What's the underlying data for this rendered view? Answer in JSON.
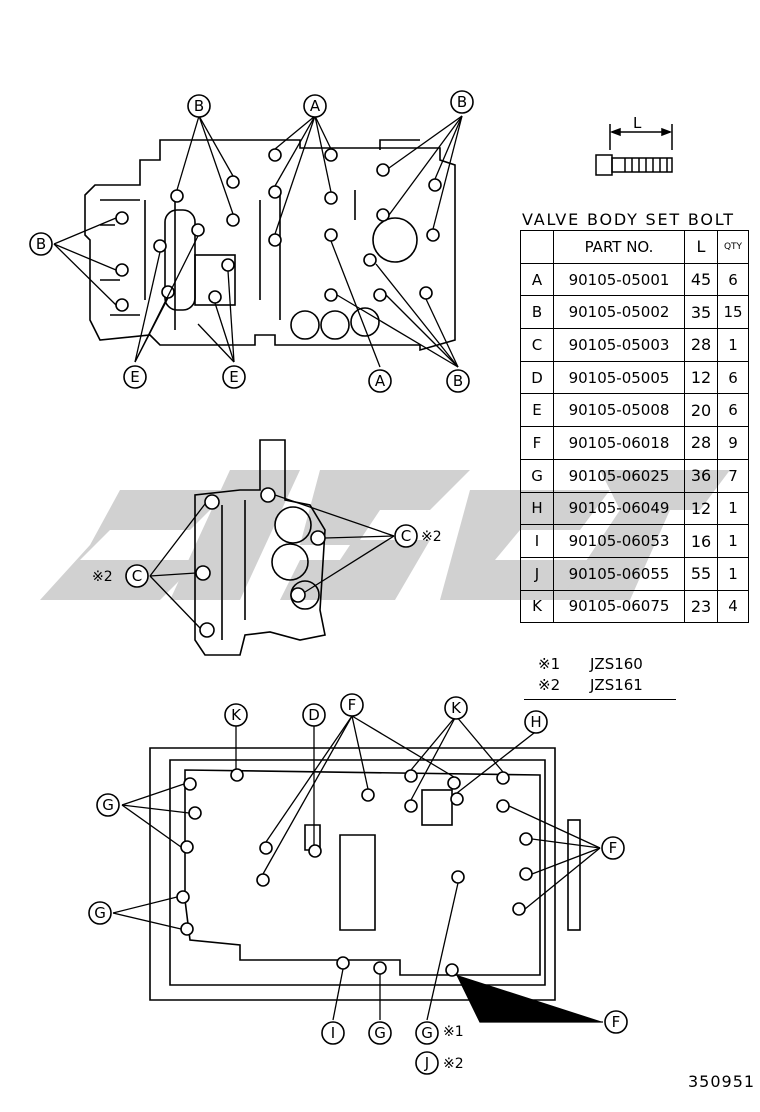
{
  "table": {
    "title": "VALVE BODY SET BOLT",
    "headers": {
      "part_no": "PART NO.",
      "length": "L",
      "qty": "QTY"
    },
    "rows": [
      {
        "code": "A",
        "part_no": "90105-05001",
        "length": "45",
        "qty": "6"
      },
      {
        "code": "B",
        "part_no": "90105-05002",
        "length": "35",
        "qty": "15"
      },
      {
        "code": "C",
        "part_no": "90105-05003",
        "length": "28",
        "qty": "1"
      },
      {
        "code": "D",
        "part_no": "90105-05005",
        "length": "12",
        "qty": "6"
      },
      {
        "code": "E",
        "part_no": "90105-05008",
        "length": "20",
        "qty": "6"
      },
      {
        "code": "F",
        "part_no": "90105-06018",
        "length": "28",
        "qty": "9"
      },
      {
        "code": "G",
        "part_no": "90105-06025",
        "length": "36",
        "qty": "7"
      },
      {
        "code": "H",
        "part_no": "90105-06049",
        "length": "12",
        "qty": "1"
      },
      {
        "code": "I",
        "part_no": "90105-06053",
        "length": "16",
        "qty": "1"
      },
      {
        "code": "J",
        "part_no": "90105-06055",
        "length": "55",
        "qty": "1"
      },
      {
        "code": "K",
        "part_no": "90105-06075",
        "length": "23",
        "qty": "4"
      }
    ]
  },
  "notes": [
    {
      "mark": "※1",
      "model": "JZS160"
    },
    {
      "mark": "※2",
      "model": "JZS161"
    }
  ],
  "bolt_dimension_label": "L",
  "callouts": {
    "top_b1": "B",
    "top_a": "A",
    "top_b2": "B",
    "top_b3": "B",
    "top_e1": "E",
    "top_e2": "E",
    "top_a2": "A",
    "top_b4": "B",
    "mid_c1": "C",
    "mid_c2": "C",
    "bot_k1": "K",
    "bot_d": "D",
    "bot_f1": "F",
    "bot_k2": "K",
    "bot_h": "H",
    "bot_g1": "G",
    "bot_g2": "G",
    "bot_f2": "F",
    "bot_i": "I",
    "bot_g3": "G",
    "bot_g4": "G",
    "bot_f3": "F",
    "bot_j": "J"
  },
  "callout_marks": {
    "mid_c1": "※2",
    "mid_c2": "※2",
    "bot_g4": "※1",
    "bot_j": "※2"
  },
  "reference_number": "350951"
}
